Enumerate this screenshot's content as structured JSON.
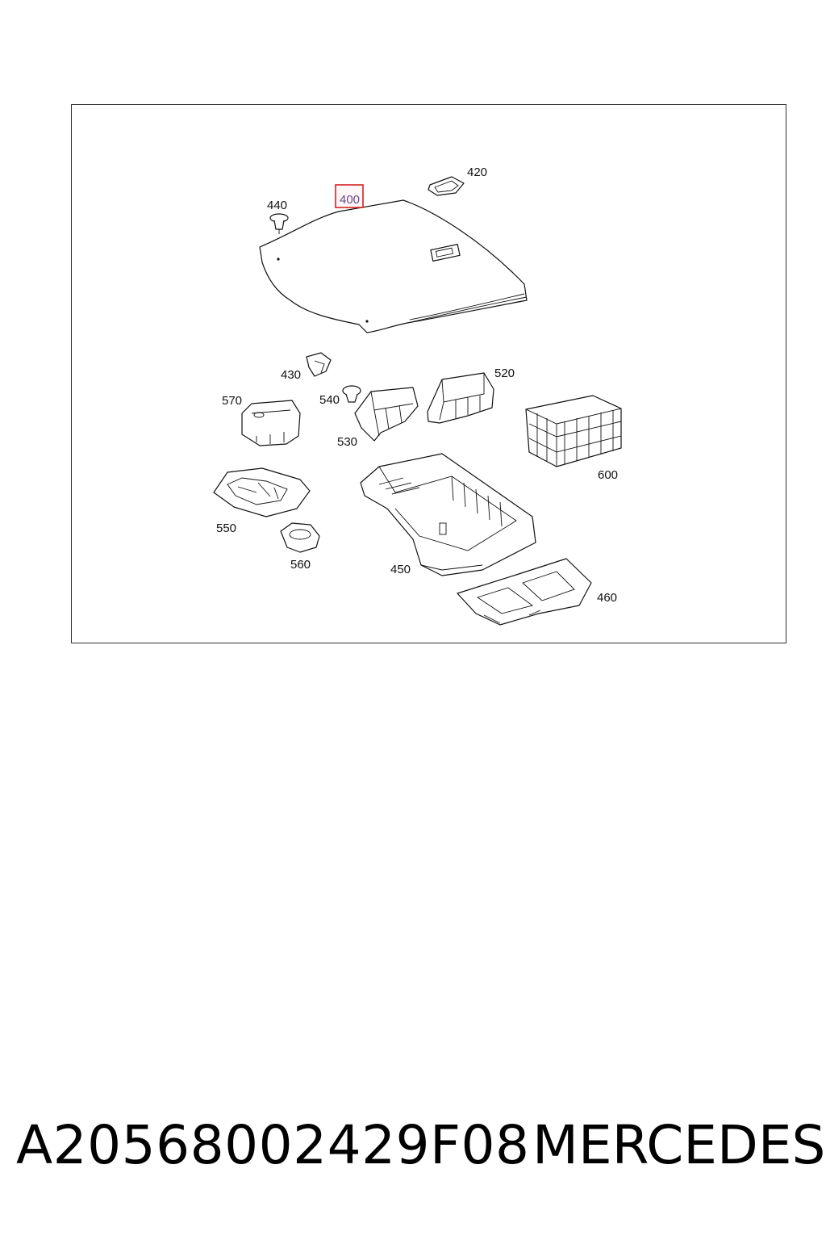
{
  "diagram": {
    "highlighted_callout": "400",
    "highlight_color": "#d62020",
    "callouts": {
      "c400": "400",
      "c420": "420",
      "c440": "440",
      "c430": "430",
      "c520": "520",
      "c540": "540",
      "c570": "570",
      "c530": "530",
      "c600": "600",
      "c550": "550",
      "c560": "560",
      "c450": "450",
      "c460": "460"
    }
  },
  "footer": {
    "part_number": "A20568002429F08",
    "brand": "MERCEDES"
  }
}
